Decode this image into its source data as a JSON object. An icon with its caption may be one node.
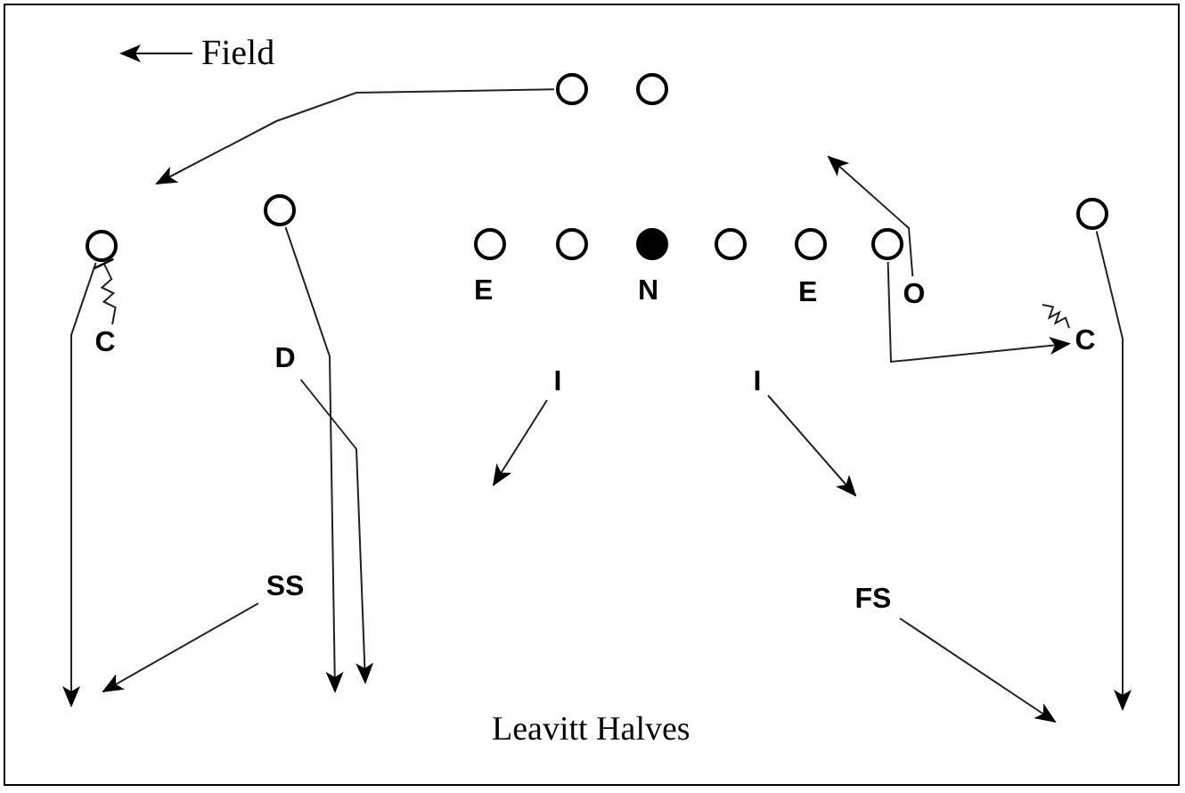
{
  "diagram": {
    "caption": "Leavitt Halves",
    "nodes": [
      {
        "text": [],
        "shape": "circle"
      },
      {
        "text": [],
        "shape": "circle"
      },
      {
        "text": [],
        "shape": "circle"
      },
      {
        "text": [],
        "shape": "circle"
      },
      {
        "text": [],
        "shape": "circle"
      },
      {
        "text": [],
        "shape": "circle"
      },
      {
        "text": [],
        "shape": "circle"
      },
      {
        "text": [],
        "shape": "circle"
      },
      {
        "text": [],
        "shape": "circle"
      },
      {
        "text": [],
        "shape": "circle"
      },
      {
        "text": [],
        "shape": "circle"
      },
      {
        "text": [
          "O"
        ]
      },
      {
        "text": [
          "C"
        ]
      },
      {
        "text": [
          "C"
        ]
      },
      {
        "text": [
          "D"
        ]
      },
      {
        "text": [
          "I"
        ]
      },
      {
        "text": [
          "I"
        ]
      },
      {
        "text": [
          "SS"
        ]
      },
      {
        "text": [
          "FS"
        ]
      }
    ],
    "edges": [
      {
        "from": 0,
        "to": null,
        "arrow": "to"
      },
      {
        "from": 2,
        "to": null,
        "arrow": "to"
      },
      {
        "from": 3,
        "to": null,
        "arrow": "to"
      },
      {
        "from": 14,
        "to": null,
        "arrow": "to"
      },
      {
        "from": 12,
        "to": 2,
        "arrow": "other"
      },
      {
        "from": 13,
        "to": null,
        "arrow": "none"
      },
      {
        "from": 15,
        "to": null,
        "arrow": "to"
      },
      {
        "from": 16,
        "to": null,
        "arrow": "to"
      },
      {
        "from": 17,
        "to": null,
        "arrow": "to"
      },
      {
        "from": 18,
        "to": null,
        "arrow": "to"
      },
      {
        "from": 10,
        "to": null,
        "arrow": "to"
      },
      {
        "from": 11,
        "to": null,
        "arrow": "to"
      },
      {
        "from": 9,
        "to": 13,
        "arrow": "to"
      }
    ],
    "labels": [
      "Field",
      "E",
      "N",
      "E"
    ]
  }
}
